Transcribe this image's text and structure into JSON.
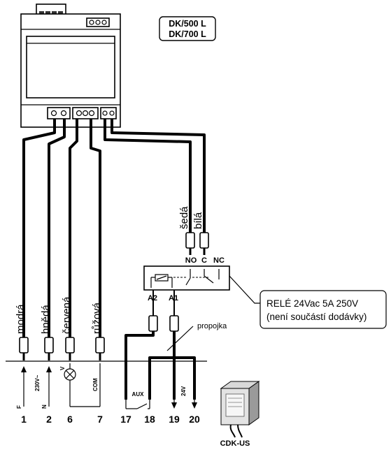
{
  "model": {
    "line1": "DK/500 L",
    "line2": "DK/700 L"
  },
  "wire_colors": {
    "blue": "modrá",
    "brown": "hnědá",
    "red": "červená",
    "pink": "růžová",
    "grey": "šedá",
    "white": "bílá"
  },
  "relay": {
    "contacts": {
      "no": "NO",
      "c": "C",
      "nc": "NC"
    },
    "coil": {
      "a2": "A2",
      "a1": "A1"
    },
    "callout_line1": "RELÉ 24Vac 5A 250V",
    "callout_line2": "(není součástí dodávky)"
  },
  "jumper_label": "propojka",
  "terminal_labels": {
    "voltage": "230V~",
    "v": "V",
    "com": "COM",
    "aux": "AUX",
    "v24": "24V",
    "f": "F",
    "n": "N"
  },
  "terminals": [
    "1",
    "2",
    "6",
    "7",
    "17",
    "18",
    "19",
    "20"
  ],
  "unit_label": "CDK-US"
}
